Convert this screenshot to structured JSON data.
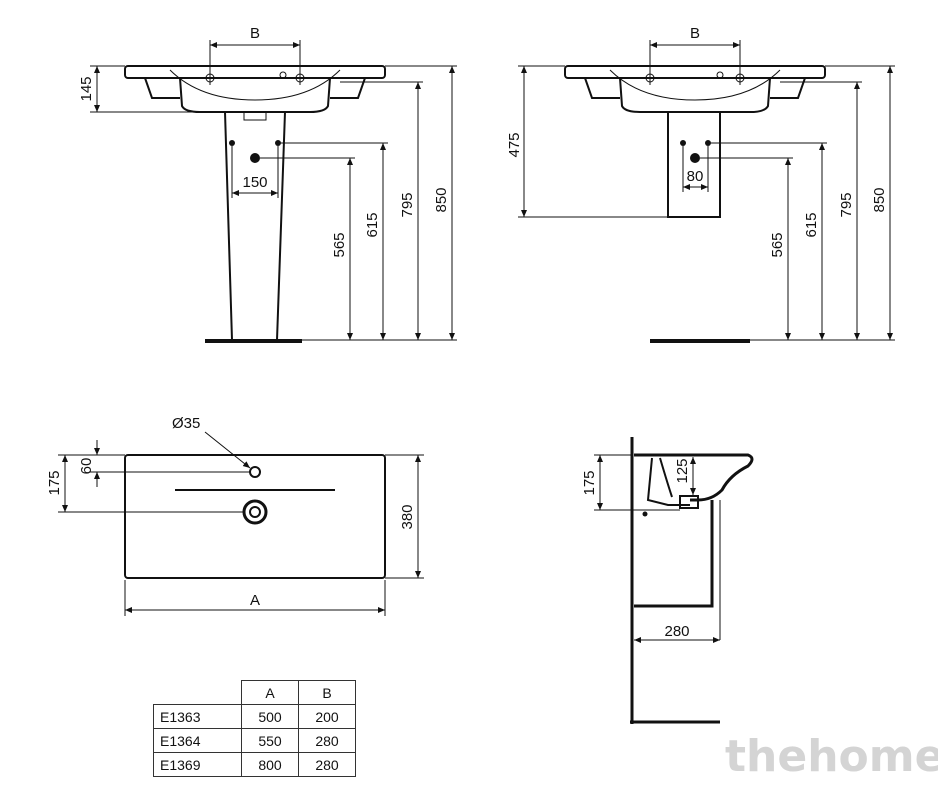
{
  "front_view": {
    "dim_b": "B",
    "dim_145": "145",
    "dim_150": "150",
    "dim_565": "565",
    "dim_615": "615",
    "dim_795": "795",
    "dim_850": "850"
  },
  "half_pedestal_view": {
    "dim_b": "B",
    "dim_475": "475",
    "dim_80": "80",
    "dim_565": "565",
    "dim_615": "615",
    "dim_795": "795",
    "dim_850": "850"
  },
  "top_view": {
    "tap_hole": "Ø35",
    "dim_60": "60",
    "dim_175": "175",
    "dim_380": "380",
    "dim_a": "A"
  },
  "side_view": {
    "dim_175": "175",
    "dim_125": "125",
    "dim_280": "280"
  },
  "table": {
    "headers": [
      "A",
      "B"
    ],
    "rows": [
      {
        "code": "E1363",
        "a": "500",
        "b": "200"
      },
      {
        "code": "E1364",
        "a": "550",
        "b": "280"
      },
      {
        "code": "E1369",
        "a": "800",
        "b": "280"
      }
    ]
  },
  "watermark": "thehome"
}
